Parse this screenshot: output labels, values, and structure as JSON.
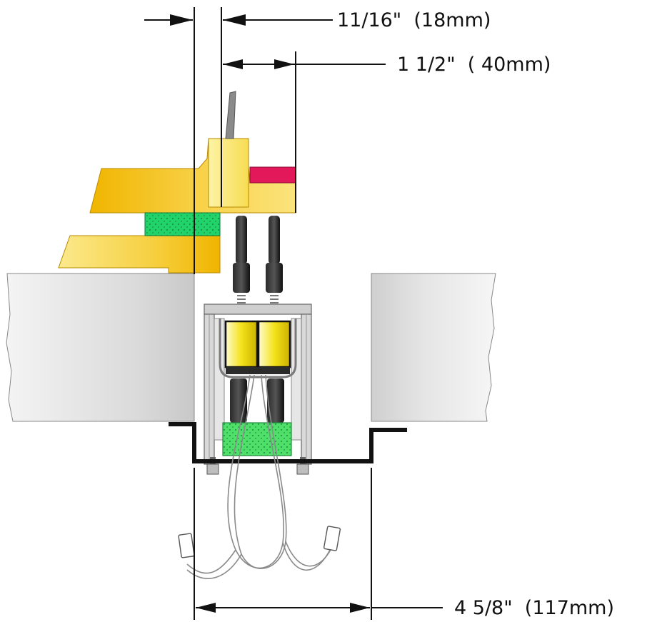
{
  "dimensions": {
    "top_gap": "11/16\"  (18mm)",
    "armature_width": "1 1/2\"  ( 40mm)",
    "channel_width": "4 5/8\"  (117mm)"
  },
  "colors": {
    "background": "#ffffff",
    "line": "#111111",
    "frame_gold": "#f2c31a",
    "frame_gold_light": "#fbe37c",
    "armature_yellow": "#fbe97a",
    "spacer_green": "#22d36b",
    "magnet_green": "#4fe06a",
    "tab_red": "#e2185a",
    "wall_grey": "#dcdcdc",
    "post_black": "#1b1b1b",
    "coil_yellow": "#f4e21a"
  }
}
